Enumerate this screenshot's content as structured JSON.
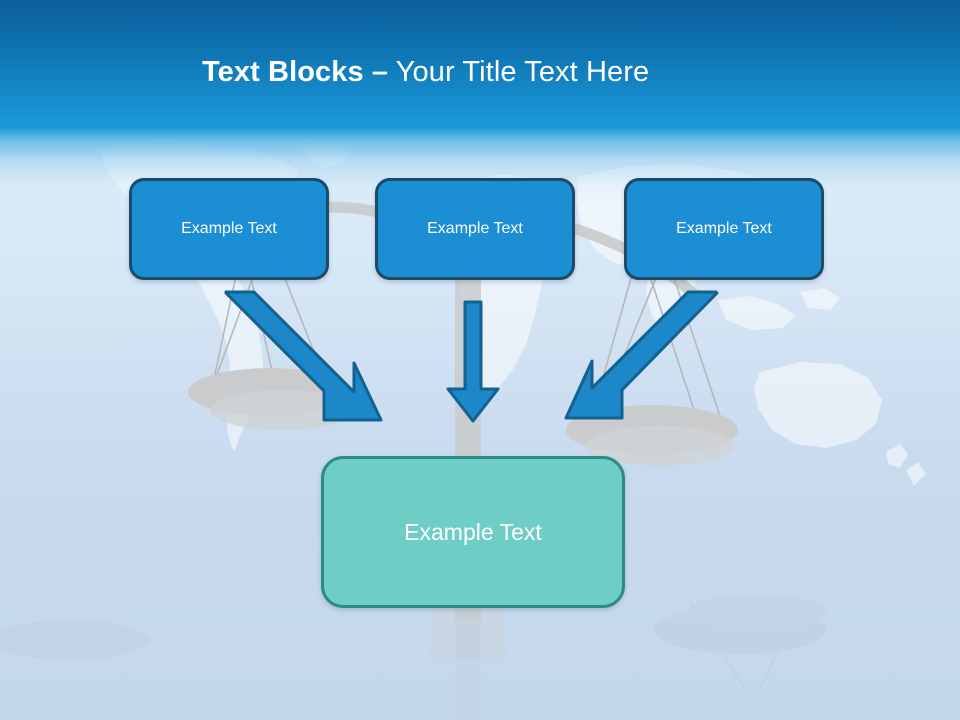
{
  "slide": {
    "title_bold": "Text Blocks –",
    "title_regular": " Your Title Text Here",
    "title_full": "Text Blocks – Your Title Text Here"
  },
  "colors": {
    "header_top": "#0a5f9c",
    "header_bottom": "#1a99d8",
    "box_fill": "#1b8ed4",
    "box_border": "#1c4a68",
    "result_fill": "#6ecdc4",
    "result_border": "#2b8a86",
    "arrow_fill": "#1c87c9",
    "arrow_border": "#12618f",
    "scale_gray": "#c9cbcc",
    "background_light": "#e8f2fb",
    "background_deep": "#c4d8ec",
    "text_white": "#ffffff"
  },
  "top_boxes": [
    {
      "label": "Example Text"
    },
    {
      "label": "Example Text"
    },
    {
      "label": "Example Text"
    }
  ],
  "result_box": {
    "label": "Example Text"
  },
  "arrows": [
    {
      "name": "arrow-left-diagonal",
      "direction": "down-right"
    },
    {
      "name": "arrow-middle-vertical",
      "direction": "down"
    },
    {
      "name": "arrow-right-diagonal",
      "direction": "down-left"
    }
  ],
  "background": {
    "illustration": "world-map-with-balance-scale"
  }
}
